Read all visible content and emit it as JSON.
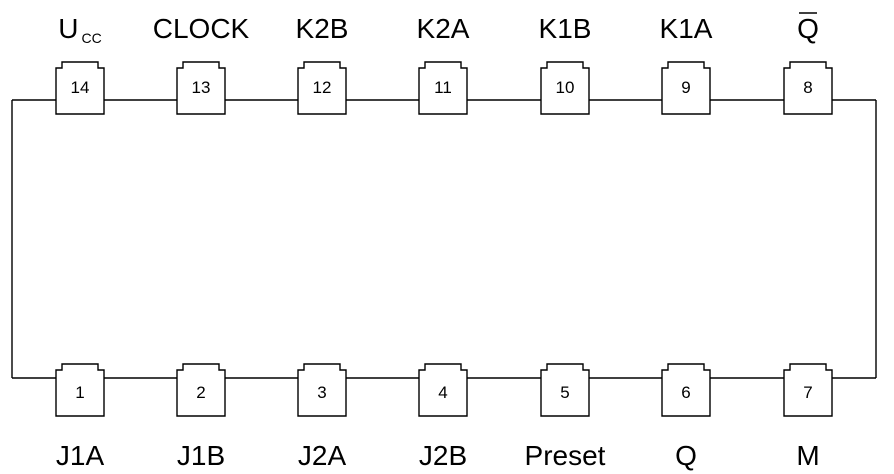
{
  "chip": {
    "top_pins": [
      {
        "number": "14",
        "label": "U",
        "label_sub": "CC"
      },
      {
        "number": "13",
        "label": "CLOCK"
      },
      {
        "number": "12",
        "label": "K2B"
      },
      {
        "number": "11",
        "label": "K2A"
      },
      {
        "number": "10",
        "label": "K1B"
      },
      {
        "number": "9",
        "label": "K1A"
      },
      {
        "number": "8",
        "label": "Q",
        "overline": true
      }
    ],
    "bottom_pins": [
      {
        "number": "1",
        "label": "J1A"
      },
      {
        "number": "2",
        "label": "J1B"
      },
      {
        "number": "3",
        "label": "J2A"
      },
      {
        "number": "4",
        "label": "J2B"
      },
      {
        "number": "5",
        "label": "Preset"
      },
      {
        "number": "6",
        "label": "Q"
      },
      {
        "number": "7",
        "label": "M"
      }
    ]
  }
}
